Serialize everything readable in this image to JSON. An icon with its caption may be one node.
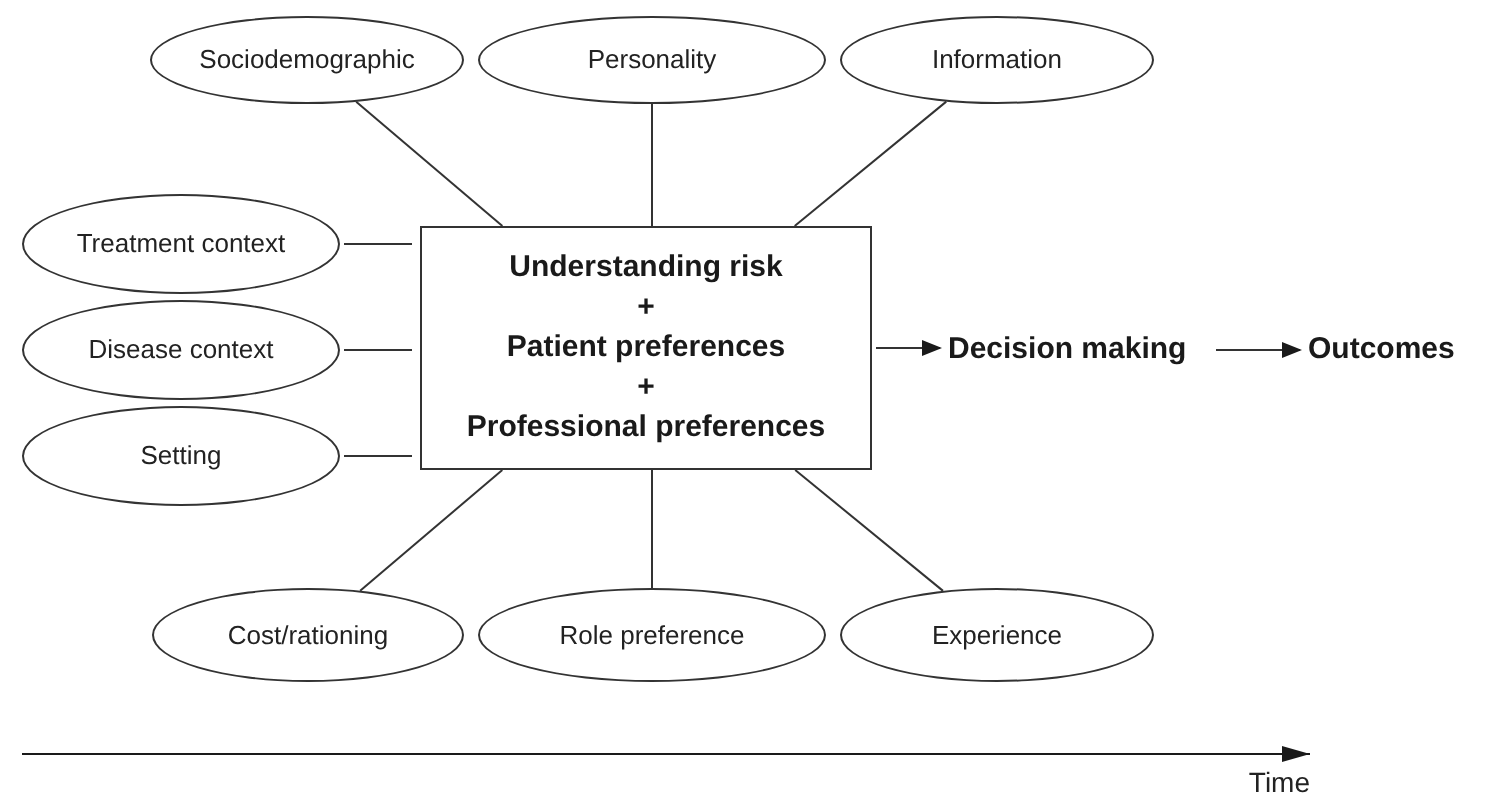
{
  "diagram": {
    "nodes": [
      {
        "text": [
          "Understanding risk",
          "+",
          "Patient preferences",
          "+",
          "Professional preferences"
        ]
      },
      {
        "text": [
          "Sociodemographic"
        ]
      },
      {
        "text": [
          "Personality"
        ]
      },
      {
        "text": [
          "Information"
        ]
      },
      {
        "text": [
          "Treatment context"
        ]
      },
      {
        "text": [
          "Disease context"
        ]
      },
      {
        "text": [
          "Setting"
        ]
      },
      {
        "text": [
          "Cost/rationing"
        ]
      },
      {
        "text": [
          "Role preference"
        ]
      },
      {
        "text": [
          "Experience"
        ]
      },
      {
        "text": [
          "Decision making"
        ]
      },
      {
        "text": [
          "Outcomes"
        ]
      }
    ],
    "edges": [
      {
        "from": 1,
        "to": 0,
        "arrow": "none"
      },
      {
        "from": 2,
        "to": 0,
        "arrow": "none"
      },
      {
        "from": 3,
        "to": 0,
        "arrow": "none"
      },
      {
        "from": 4,
        "to": 0,
        "arrow": "none"
      },
      {
        "from": 5,
        "to": 0,
        "arrow": "none"
      },
      {
        "from": 6,
        "to": 0,
        "arrow": "none"
      },
      {
        "from": 7,
        "to": 0,
        "arrow": "none"
      },
      {
        "from": 8,
        "to": 0,
        "arrow": "none"
      },
      {
        "from": 9,
        "to": 0,
        "arrow": "none"
      },
      {
        "from": 0,
        "to": 10,
        "arrow": "to"
      },
      {
        "from": 10,
        "to": 11,
        "arrow": "to"
      }
    ],
    "labels": [
      "Time"
    ]
  }
}
